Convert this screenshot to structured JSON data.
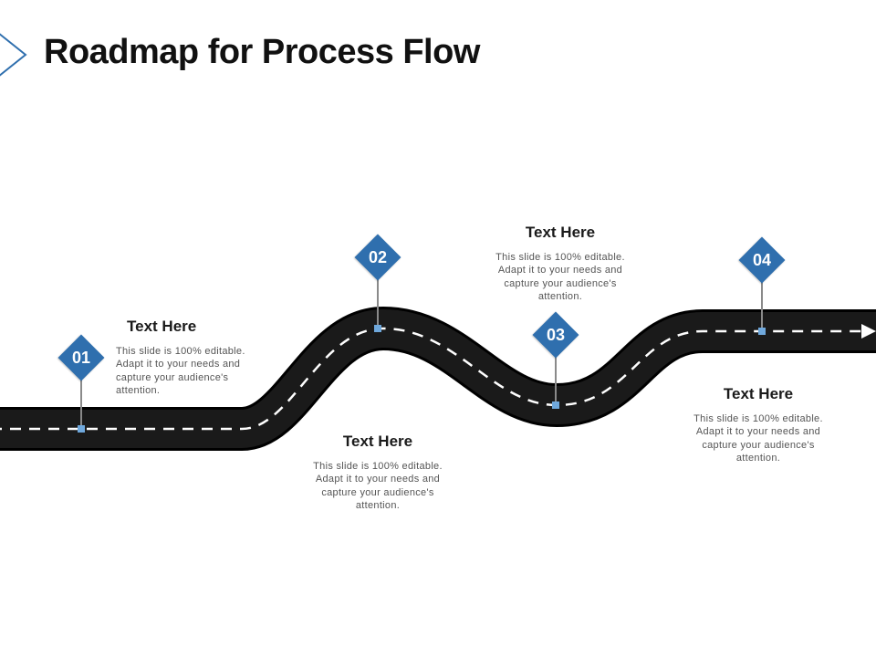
{
  "title": "Roadmap for Process Flow",
  "colors": {
    "accent": "#2f6fae",
    "road": "#111111",
    "road_dash": "#ffffff",
    "pin": "#8a8a8a",
    "pin_dot": "#6fa8dc",
    "heading_text": "#1a1a1a",
    "body_text": "#555555"
  },
  "steps": [
    {
      "number": "01",
      "heading": "Text Here",
      "body": "This slide is 100% editable. Adapt it to your needs and capture your audience's attention."
    },
    {
      "number": "02",
      "heading": "Text Here",
      "body": "This slide is 100% editable. Adapt it to your needs and capture your audience's attention."
    },
    {
      "number": "03",
      "heading": "Text Here",
      "body": "This slide is 100% editable. Adapt it to your needs and capture your audience's attention."
    },
    {
      "number": "04",
      "heading": "Text Here",
      "body": "This slide is 100% editable. Adapt it to your needs and capture your audience's attention."
    }
  ]
}
